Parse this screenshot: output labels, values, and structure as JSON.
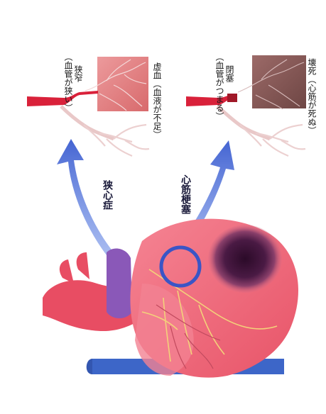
{
  "labels": {
    "angina": "狭心症",
    "infarction": "心筋梗塞",
    "stenosis": "狭窄",
    "stenosis_note": "（血管が狭い）",
    "ischemia": "虚血（血液が不足）",
    "occlusion": "閉塞",
    "occlusion_note": "（血管がつまる）",
    "necrosis": "壊死（心筋が死ぬ）"
  },
  "colors": {
    "heart": "#f06577",
    "heart_light": "#f6a3ad",
    "vessel_red": "#d9213a",
    "vein_blue": "#3d66c8",
    "arrow_blue": "#4d6fd6",
    "ring": "#3a55c6",
    "ischemia_tissue": "#e07a7c",
    "necrosis_tissue": "#8a5a58",
    "infarct_core": "#3a1234",
    "purple_vessel": "#8a58b8"
  },
  "icons": {
    "heart": "heart-illustration",
    "arrow": "blue-curved-arrow",
    "ring": "blue-circle-highlight"
  }
}
